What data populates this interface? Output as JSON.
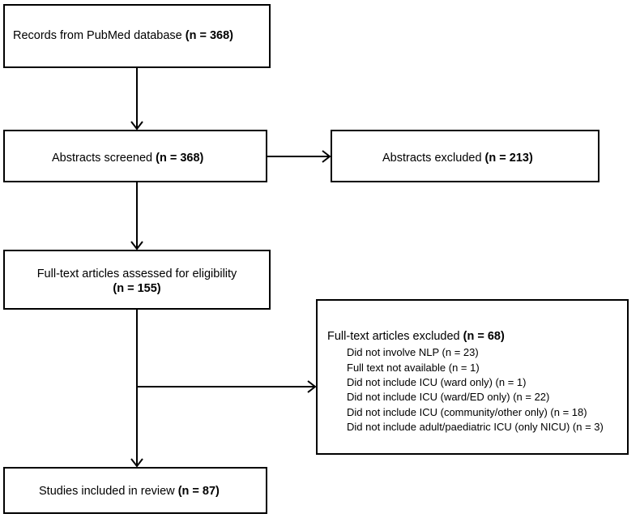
{
  "records": {
    "text": "Records from PubMed database ",
    "count": "(n = 368)"
  },
  "screened": {
    "text": "Abstracts screened ",
    "count": "(n = 368)"
  },
  "abstracts_excluded": {
    "text": "Abstracts excluded ",
    "count": "(n = 213)"
  },
  "fulltext_assessed": {
    "line1": "Full-text articles assessed for eligibility",
    "count": "(n = 155)"
  },
  "fulltext_excluded": {
    "title": "Full-text articles excluded ",
    "count": "(n = 68)",
    "reasons": [
      "Did not involve NLP (n = 23)",
      "Full text not available (n = 1)",
      "Did not include ICU (ward only) (n = 1)",
      "Did not include ICU (ward/ED only) (n = 22)",
      "Did not include ICU (community/other only) (n = 18)",
      "Did not include adult/paediatric ICU (only NICU) (n = 3)"
    ]
  },
  "included": {
    "text": "Studies included in review ",
    "count": "(n = 87)"
  }
}
